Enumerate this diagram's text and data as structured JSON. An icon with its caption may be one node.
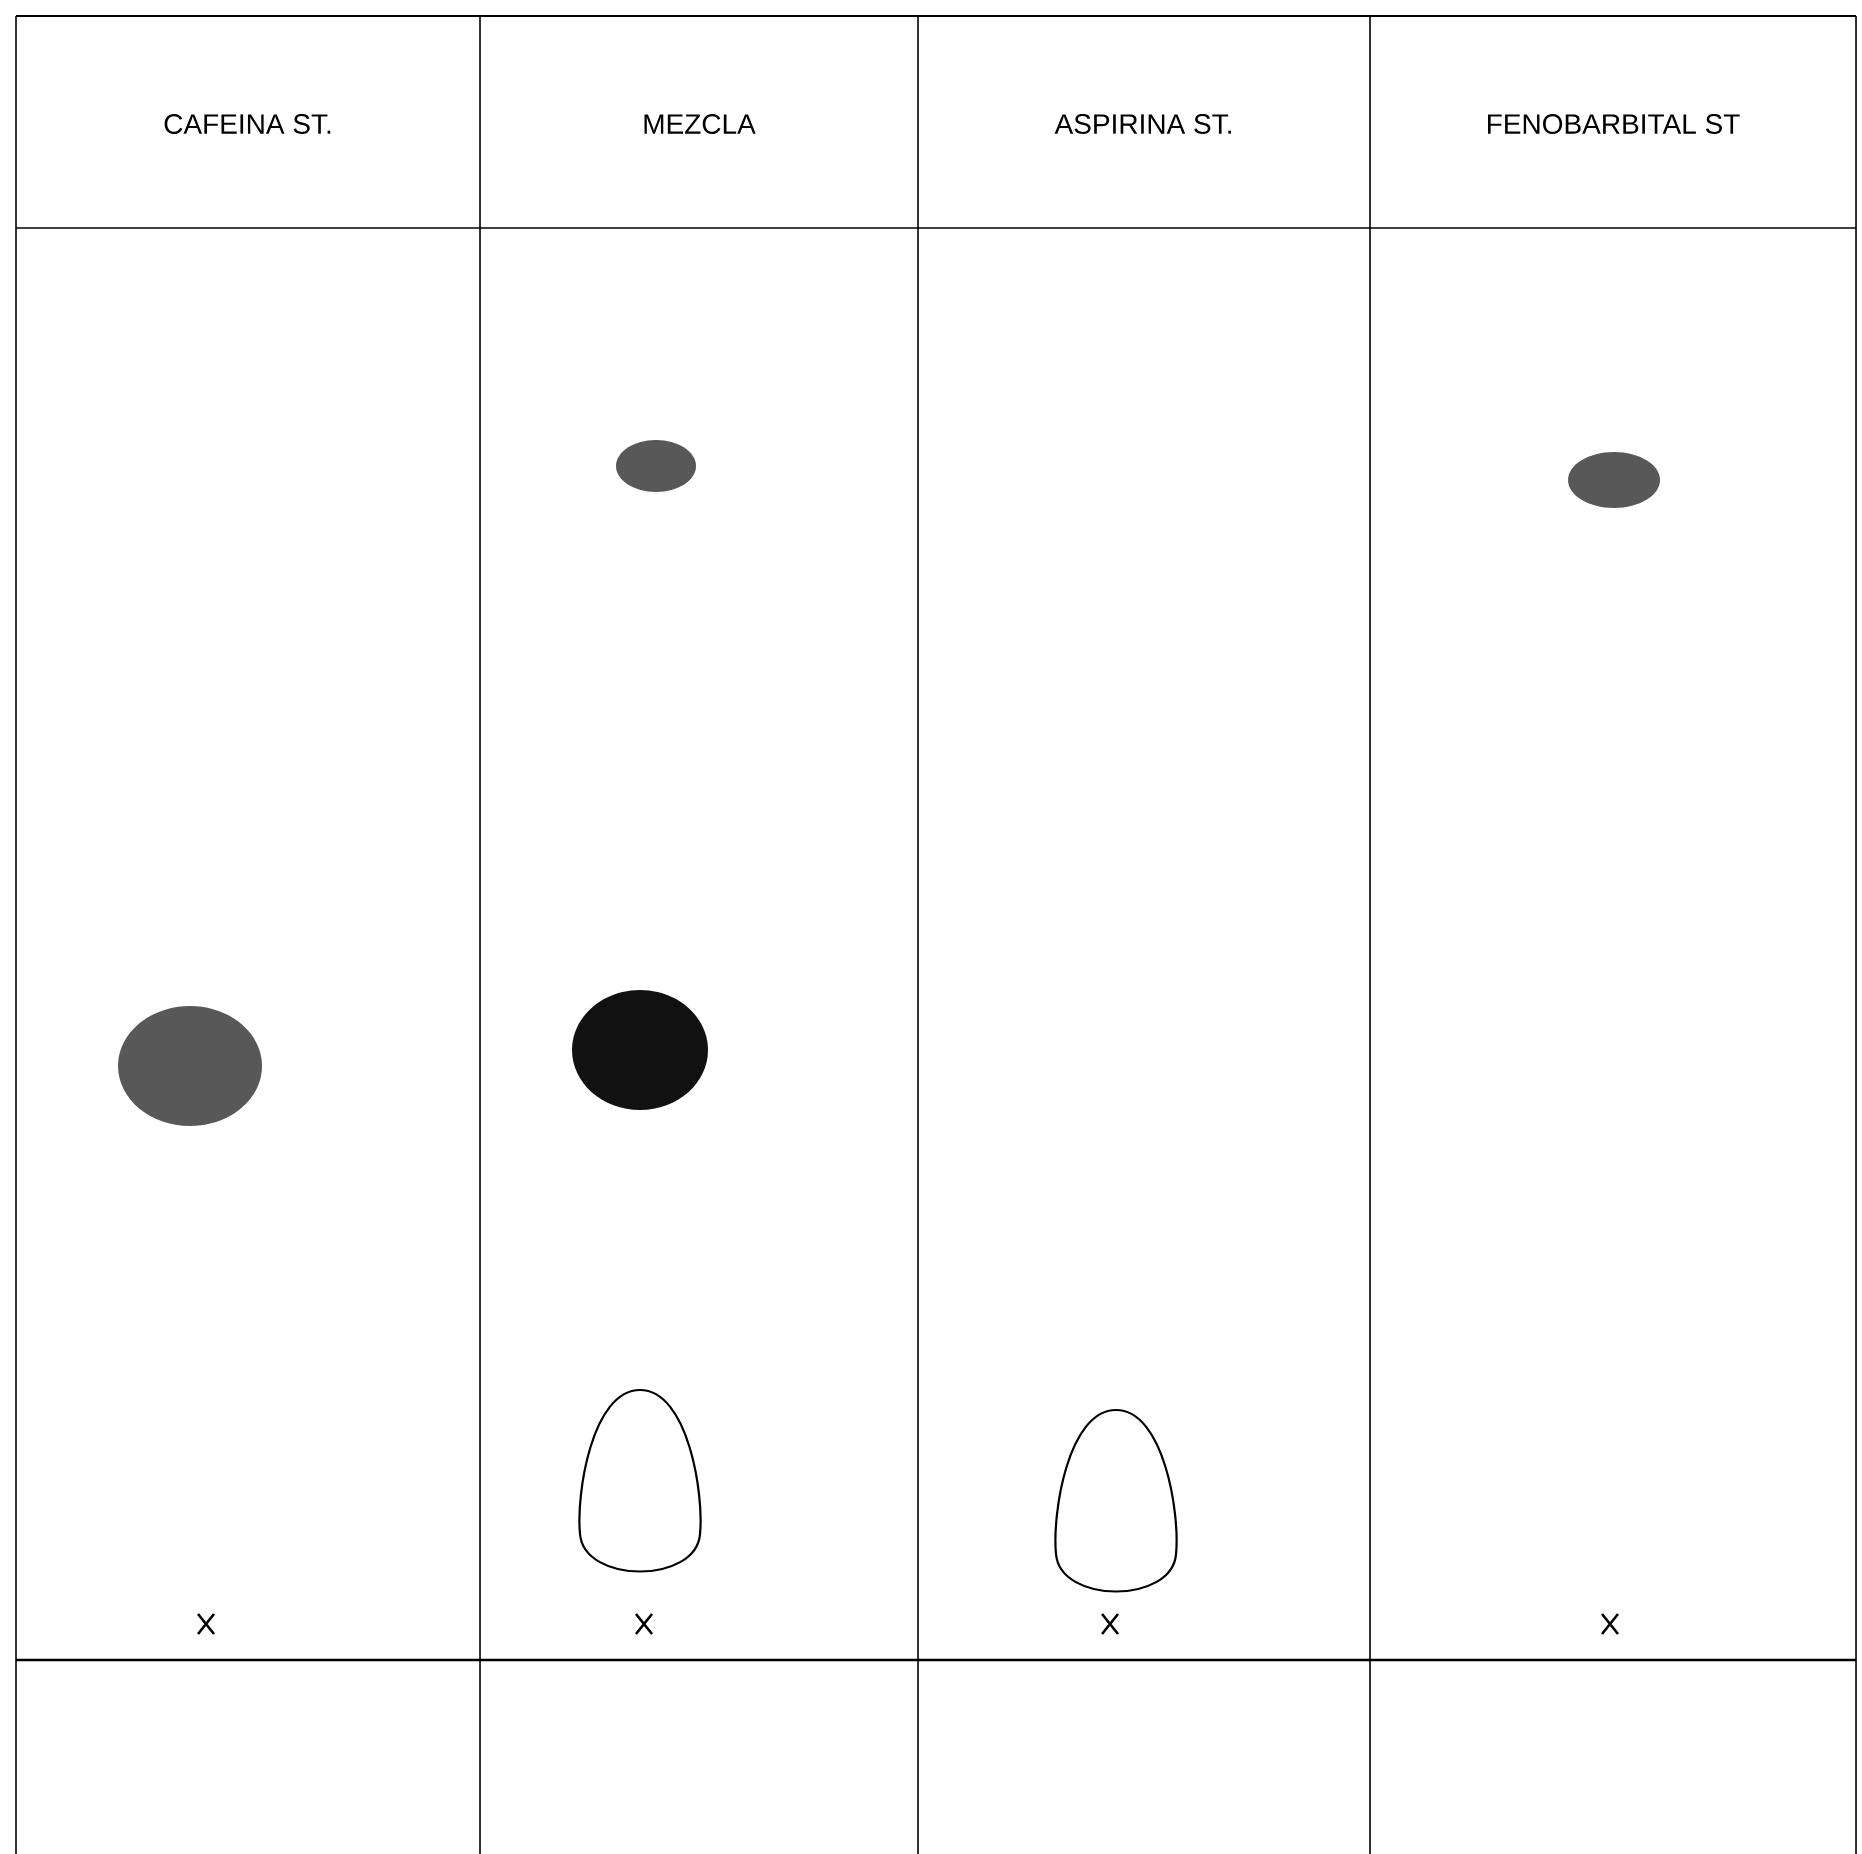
{
  "diagram": {
    "labels": [
      "CAFEINA ST.",
      "MEZCLA",
      "ASPIRINA ST.",
      "FENOBARBITAL ST"
    ]
  }
}
